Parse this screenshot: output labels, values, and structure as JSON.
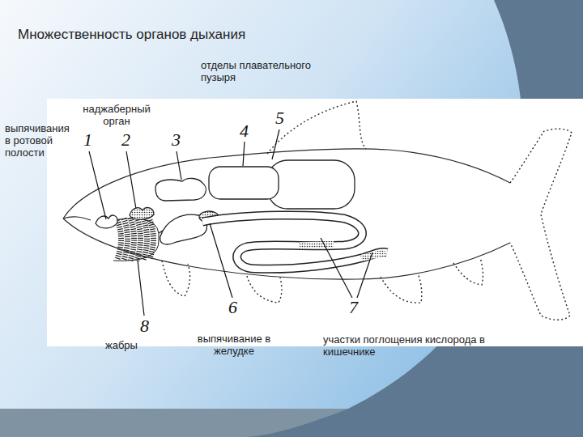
{
  "diagram": {
    "title": "Множественность органов дыхания",
    "labels": [
      "отделы плавательного пузыря",
      "наджаберный орган",
      "выпячивания в ротовой полости",
      "1",
      "2",
      "3",
      "4",
      "5",
      "8",
      "жабры",
      "6",
      "выпячивание в желудке",
      "7",
      "участки поглощения кислорода в кишечнике"
    ]
  }
}
